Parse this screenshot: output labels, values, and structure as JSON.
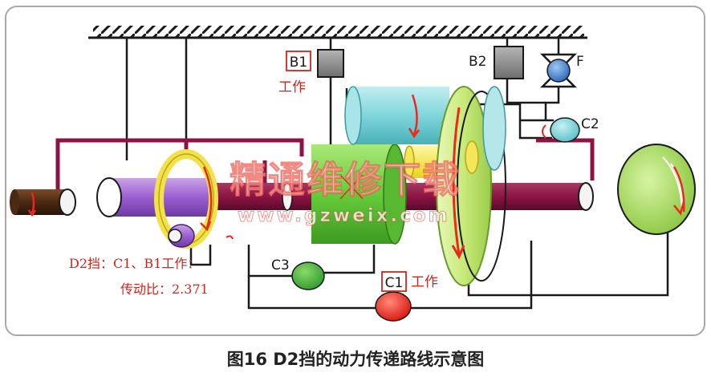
{
  "labels": {
    "b1": "B1",
    "b1_state": "工作",
    "b2": "B2",
    "f": "F",
    "c2": "C2",
    "c3": "C3",
    "c1": "C1",
    "c1_state": "工作"
  },
  "info": {
    "line1": "D2挡：C1、B1工作：",
    "line2": "传动比：2.371"
  },
  "watermark": {
    "cn": "精通维修下载",
    "url": "www.gzweix.com"
  },
  "caption": "图16 D2挡的动力传递路线示意图",
  "colors": {
    "power_path": "#8c1445",
    "frame": "#1a1a1a",
    "c1_clutch": "#e8291e",
    "c2_clutch": "#74d4d8",
    "c3_clutch": "#3fae3f",
    "f_clutch": "#3a78c8",
    "brake": "#8a8a8a",
    "label_red": "#c8281e"
  }
}
